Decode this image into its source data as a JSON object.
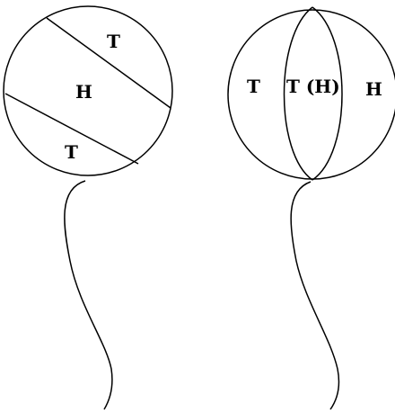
{
  "left_balloon": {
    "regions": [
      {
        "name": "top",
        "label": "T"
      },
      {
        "name": "middle",
        "label": "H"
      },
      {
        "name": "bottom",
        "label": "T"
      }
    ]
  },
  "right_balloon": {
    "regions": [
      {
        "name": "left",
        "label": "T"
      },
      {
        "name": "center",
        "label": "T (H)"
      },
      {
        "name": "right",
        "label": "H"
      }
    ]
  }
}
